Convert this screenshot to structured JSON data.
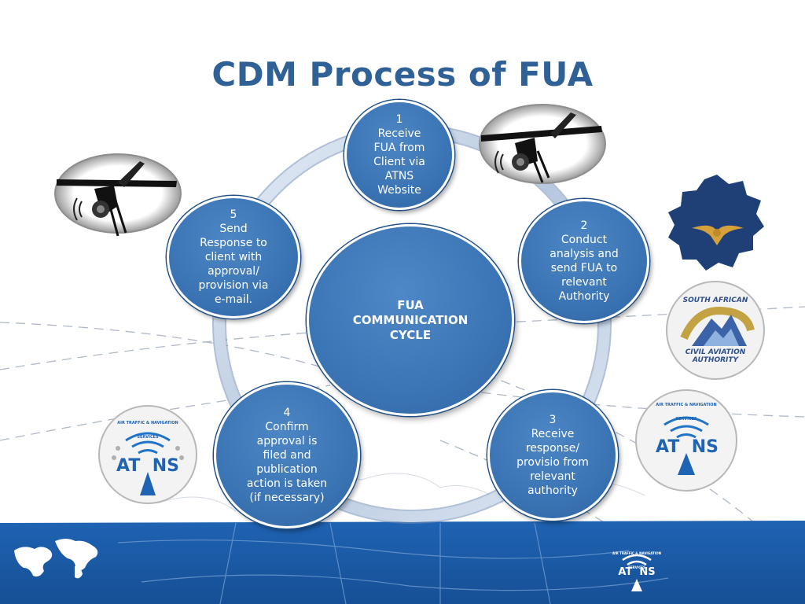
{
  "slide": {
    "title": "CDM Process of FUA"
  },
  "cycle": {
    "center_label": "FUA\nCOMMUNICATION\nCYCLE",
    "steps": [
      {
        "number": "1",
        "text": "Receive\nFUA from\nClient via\nATNS\nWebsite"
      },
      {
        "number": "2",
        "text": "Conduct\nanalysis and\nsend FUA to\nrelevant\nAuthority"
      },
      {
        "number": "3",
        "text": "Receive\nresponse/\nprovisio from\nrelevant\nauthority"
      },
      {
        "number": "4",
        "text": "Confirm\napproval is\nfiled and\npublication\naction is taken\n(if necessary)"
      },
      {
        "number": "5",
        "text": "Send\nResponse to\nclient with\napproval/\nprovision via\ne-mail."
      }
    ]
  },
  "logos": {
    "sacaa": {
      "line1": "SOUTH AFRICAN",
      "line2": "CIVIL AVIATION",
      "line3": "AUTHORITY"
    },
    "atns": {
      "text": "AT  NS",
      "arc_text": "AIR TRAFFIC & NAVIGATION SERVICES"
    }
  },
  "colors": {
    "title": "#2f6196",
    "node_fill": "#3b74b4",
    "band": "#1b5aa6",
    "ring": "#c9d6e8"
  }
}
